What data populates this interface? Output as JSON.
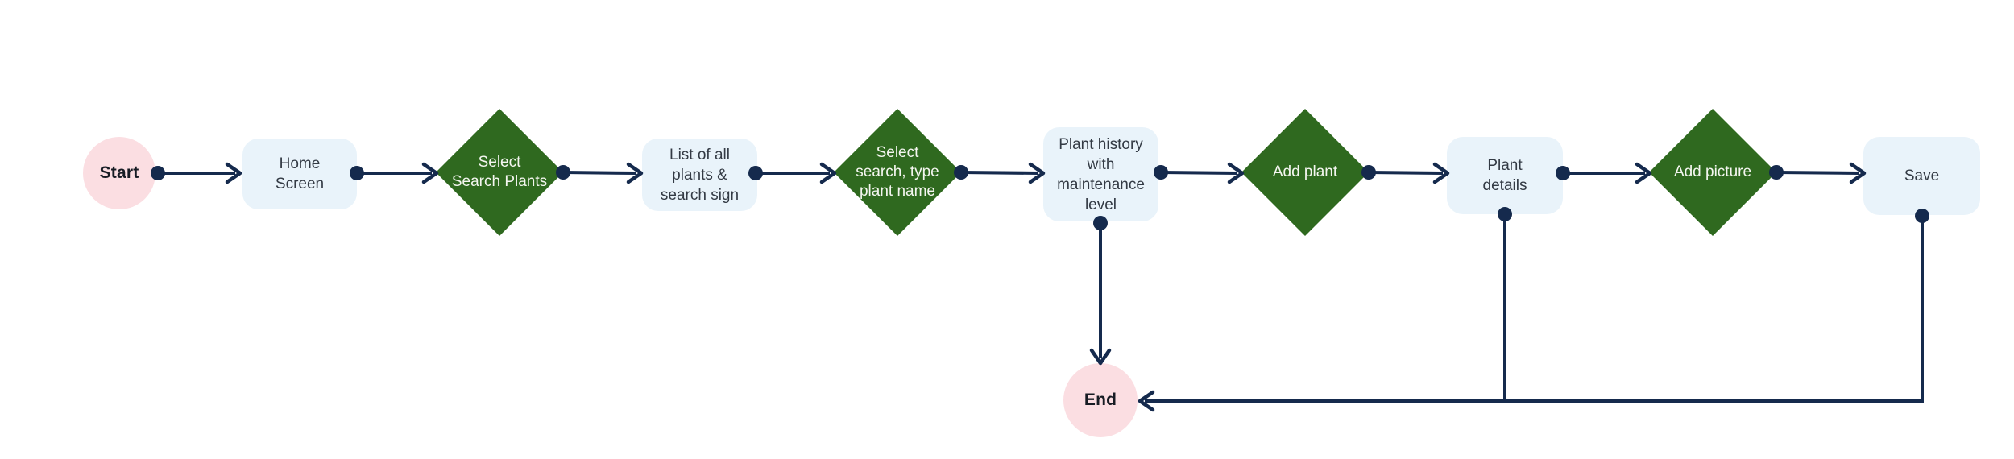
{
  "diagram": {
    "type": "flowchart",
    "background": "#FFFFFF",
    "nodes": [
      {
        "id": "start",
        "shape": "terminal-circle",
        "label": "Start"
      },
      {
        "id": "home-screen",
        "shape": "process-rect",
        "label": "Home\nScreen"
      },
      {
        "id": "select-search-plants",
        "shape": "decision-diamond",
        "label": "Select\nSearch Plants"
      },
      {
        "id": "list-of-all-plants",
        "shape": "process-rect",
        "label": "List of all\nplants &\nsearch sign"
      },
      {
        "id": "select-search-type-plant-name",
        "shape": "decision-diamond",
        "label": "Select\nsearch, type\nplant name"
      },
      {
        "id": "plant-history",
        "shape": "process-rect",
        "label": "Plant history\nwith\nmaintenance\nlevel"
      },
      {
        "id": "add-plant",
        "shape": "decision-diamond",
        "label": "Add plant"
      },
      {
        "id": "plant-details",
        "shape": "process-rect",
        "label": "Plant\ndetails"
      },
      {
        "id": "add-picture",
        "shape": "decision-diamond",
        "label": "Add picture"
      },
      {
        "id": "save",
        "shape": "process-rect",
        "label": "Save"
      },
      {
        "id": "end",
        "shape": "terminal-circle",
        "label": "End"
      }
    ],
    "edges": [
      {
        "from": "start",
        "to": "home-screen",
        "style": "dot-source arrow-target"
      },
      {
        "from": "home-screen",
        "to": "select-search-plants",
        "style": "dot-source arrow-target"
      },
      {
        "from": "select-search-plants",
        "to": "list-of-all-plants",
        "style": "dot-source arrow-target"
      },
      {
        "from": "list-of-all-plants",
        "to": "select-search-type-plant-name",
        "style": "dot-source arrow-target"
      },
      {
        "from": "select-search-type-plant-name",
        "to": "plant-history",
        "style": "dot-source arrow-target"
      },
      {
        "from": "plant-history",
        "to": "add-plant",
        "style": "dot-source arrow-target"
      },
      {
        "from": "plant-history",
        "to": "end",
        "style": "dot-source arrow-target vertical"
      },
      {
        "from": "add-plant",
        "to": "plant-details",
        "style": "dot-source arrow-target"
      },
      {
        "from": "plant-details",
        "to": "add-picture",
        "style": "dot-source arrow-target"
      },
      {
        "from": "plant-details",
        "to": "end",
        "style": "dot-source t-junction"
      },
      {
        "from": "add-picture",
        "to": "save",
        "style": "dot-source arrow-target"
      },
      {
        "from": "save",
        "to": "end",
        "style": "dot-source arrow-target elbow"
      }
    ],
    "colors": {
      "terminal_fill": "#FBDEE2",
      "process_fill": "#E9F3FA",
      "decision_fill": "#2F691F",
      "connector": "#152A4D",
      "terminal_text": "#171C24",
      "process_text": "#333A44",
      "decision_text": "#F4F6F0"
    }
  }
}
